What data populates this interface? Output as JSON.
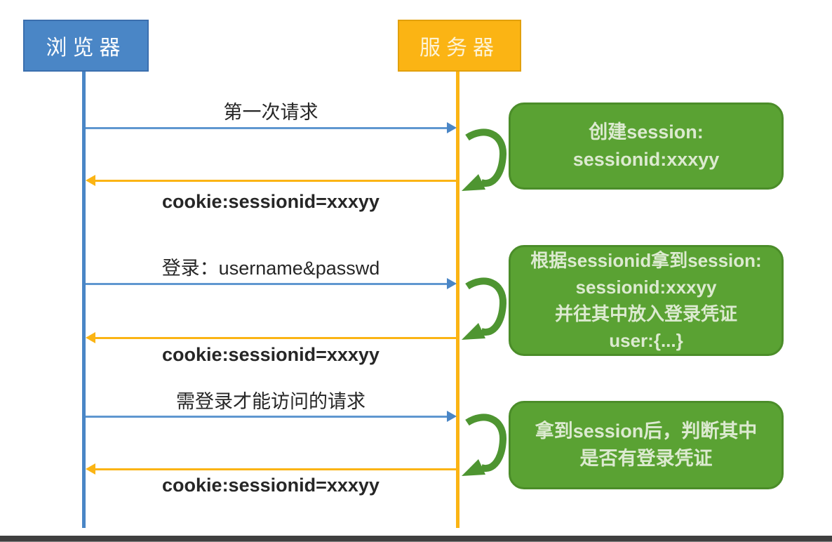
{
  "diagram": {
    "title": "browser-server session sequence diagram",
    "actors": [
      {
        "id": "browser",
        "label": "浏览器",
        "color": "#4a86c6",
        "border_color": "#3b6fae"
      },
      {
        "id": "server",
        "label": "服务器",
        "color": "#fbb414",
        "border_color": "#e2a00c"
      }
    ],
    "messages": [
      {
        "label": "第一次请求",
        "direction": "right",
        "color": "#5f97d0"
      },
      {
        "label": "cookie:sessionid=xxxyy",
        "direction": "left",
        "color": "#fbb414"
      },
      {
        "label": "登录：username&passwd",
        "direction": "right",
        "color": "#5f97d0"
      },
      {
        "label": "cookie:sessionid=xxxyy",
        "direction": "left",
        "color": "#fbb414"
      },
      {
        "label": "需登录才能访问的请求",
        "direction": "right",
        "color": "#5f97d0"
      },
      {
        "label": "cookie:sessionid=xxxyy",
        "direction": "left",
        "color": "#fbb414"
      }
    ],
    "notes": [
      {
        "lines": [
          "创建session:",
          "sessionid:xxxyy"
        ],
        "color": "#5aa233"
      },
      {
        "lines": [
          "根据sessionid拿到session:",
          "sessionid:xxxyy",
          "并往其中放入登录凭证",
          "user:{...}"
        ],
        "color": "#5aa233"
      },
      {
        "lines": [
          "拿到session后，判断其中",
          "是否有登录凭证"
        ],
        "color": "#5aa233"
      }
    ],
    "loop_arrow_color": "#4e9531",
    "bottom_bar_color": "#3f3f3f"
  }
}
